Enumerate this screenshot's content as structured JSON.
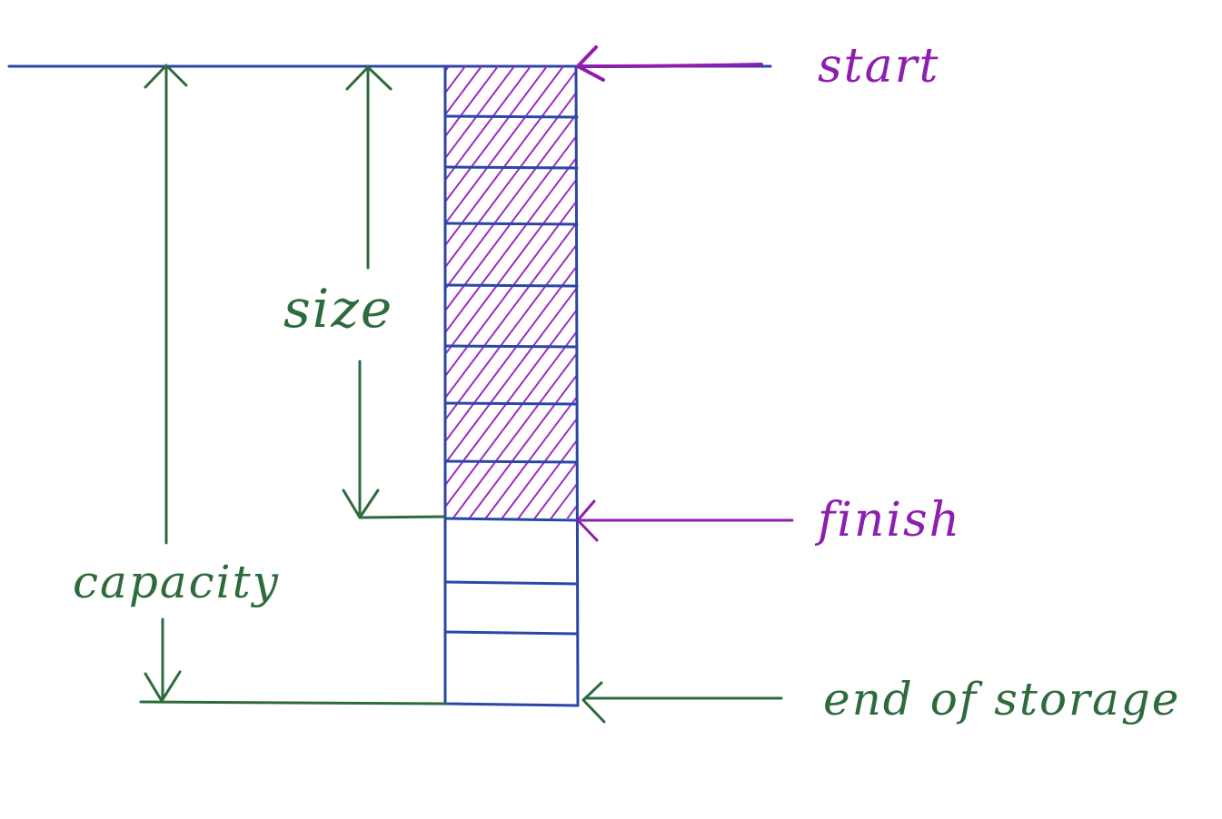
{
  "labels": {
    "start": "start",
    "finish": "finish",
    "end_of_storage": "end of storage",
    "size": "size",
    "capacity": "capacity"
  },
  "storage": {
    "capacity_slots": 11,
    "size_slots": 8
  },
  "colors": {
    "outline": "#2a46a8",
    "pointer": "#8d1fae",
    "measure": "#2d6b3c",
    "hatch": "#9a2ec4",
    "background": "#ffffff"
  }
}
